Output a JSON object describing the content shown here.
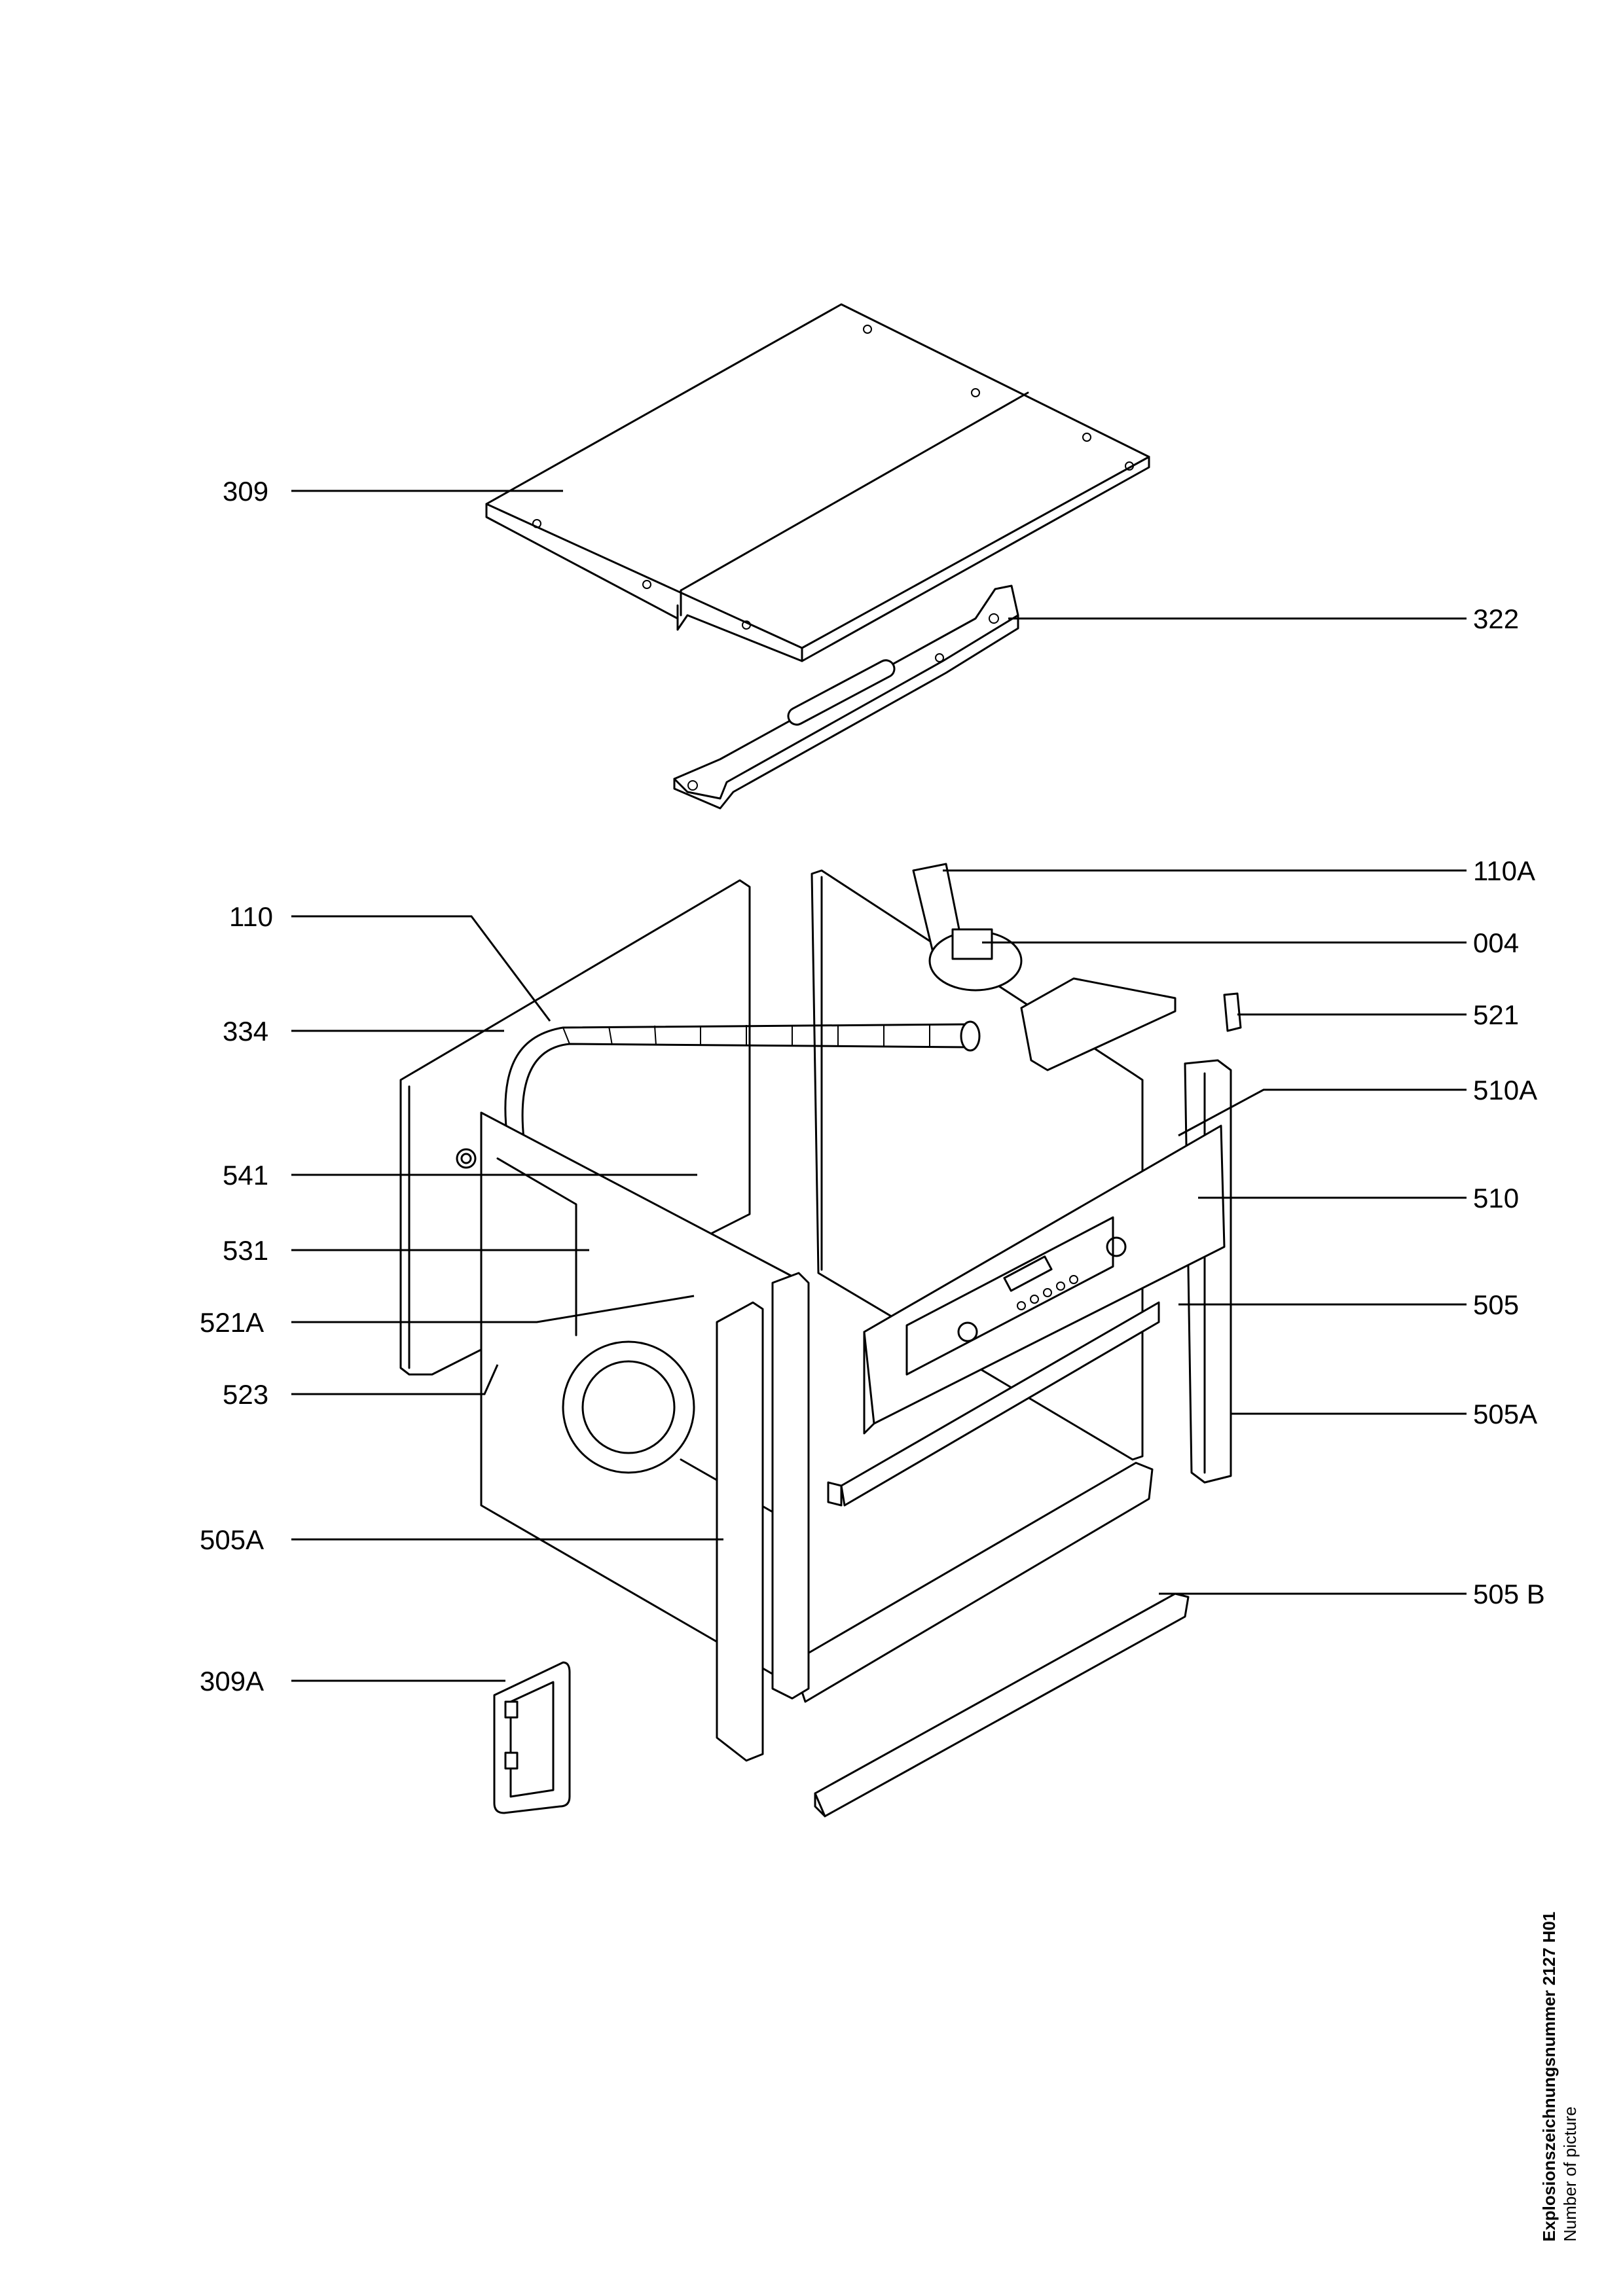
{
  "labels": {
    "l309": "309",
    "l322": "322",
    "l110A": "110A",
    "l110": "110",
    "l004": "004",
    "l334": "334",
    "l521": "521",
    "l510A": "510A",
    "l541": "541",
    "l510": "510",
    "l531": "531",
    "l505": "505",
    "l521A": "521A",
    "l523": "523",
    "l505A_right": "505A",
    "l505A_left": "505A",
    "l505B": "505 B",
    "l309A": "309A"
  },
  "footer": {
    "title": "Explosionszeichnungsnummer 2127 H01",
    "subtitle": "Number of picture"
  }
}
